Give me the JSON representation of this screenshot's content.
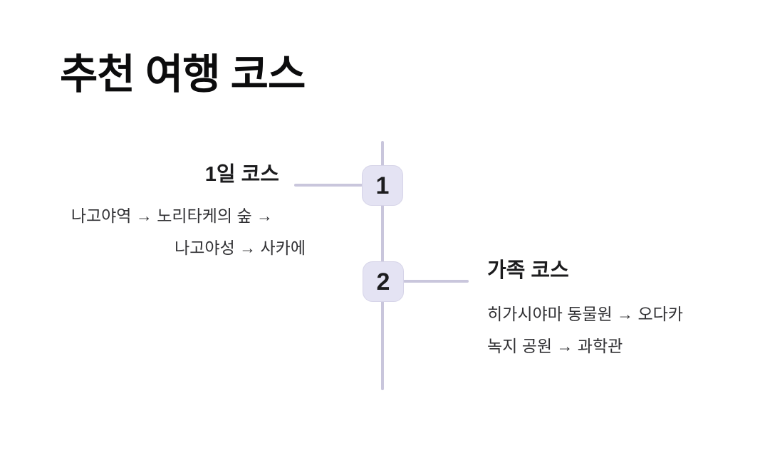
{
  "title": "추천 여행 코스",
  "theme": {
    "badge_bg": "#e4e3f3",
    "badge_border": "#d6d4e8",
    "line_color": "#c9c6dc",
    "text_dark": "#1c1c1e",
    "text_muted": "#303033",
    "title_color": "#0c0c0d"
  },
  "timeline": {
    "items": [
      {
        "number": "1",
        "label": "1일 코스",
        "desc_lines": [
          "나고야역 → 노리타케의 숲 →",
          "나고야성 → 사카에"
        ],
        "side": "left"
      },
      {
        "number": "2",
        "label": "가족 코스",
        "desc_lines": [
          "히가시야마 동물원 → 오다카",
          "녹지 공원 → 과학관"
        ],
        "side": "right"
      }
    ]
  }
}
